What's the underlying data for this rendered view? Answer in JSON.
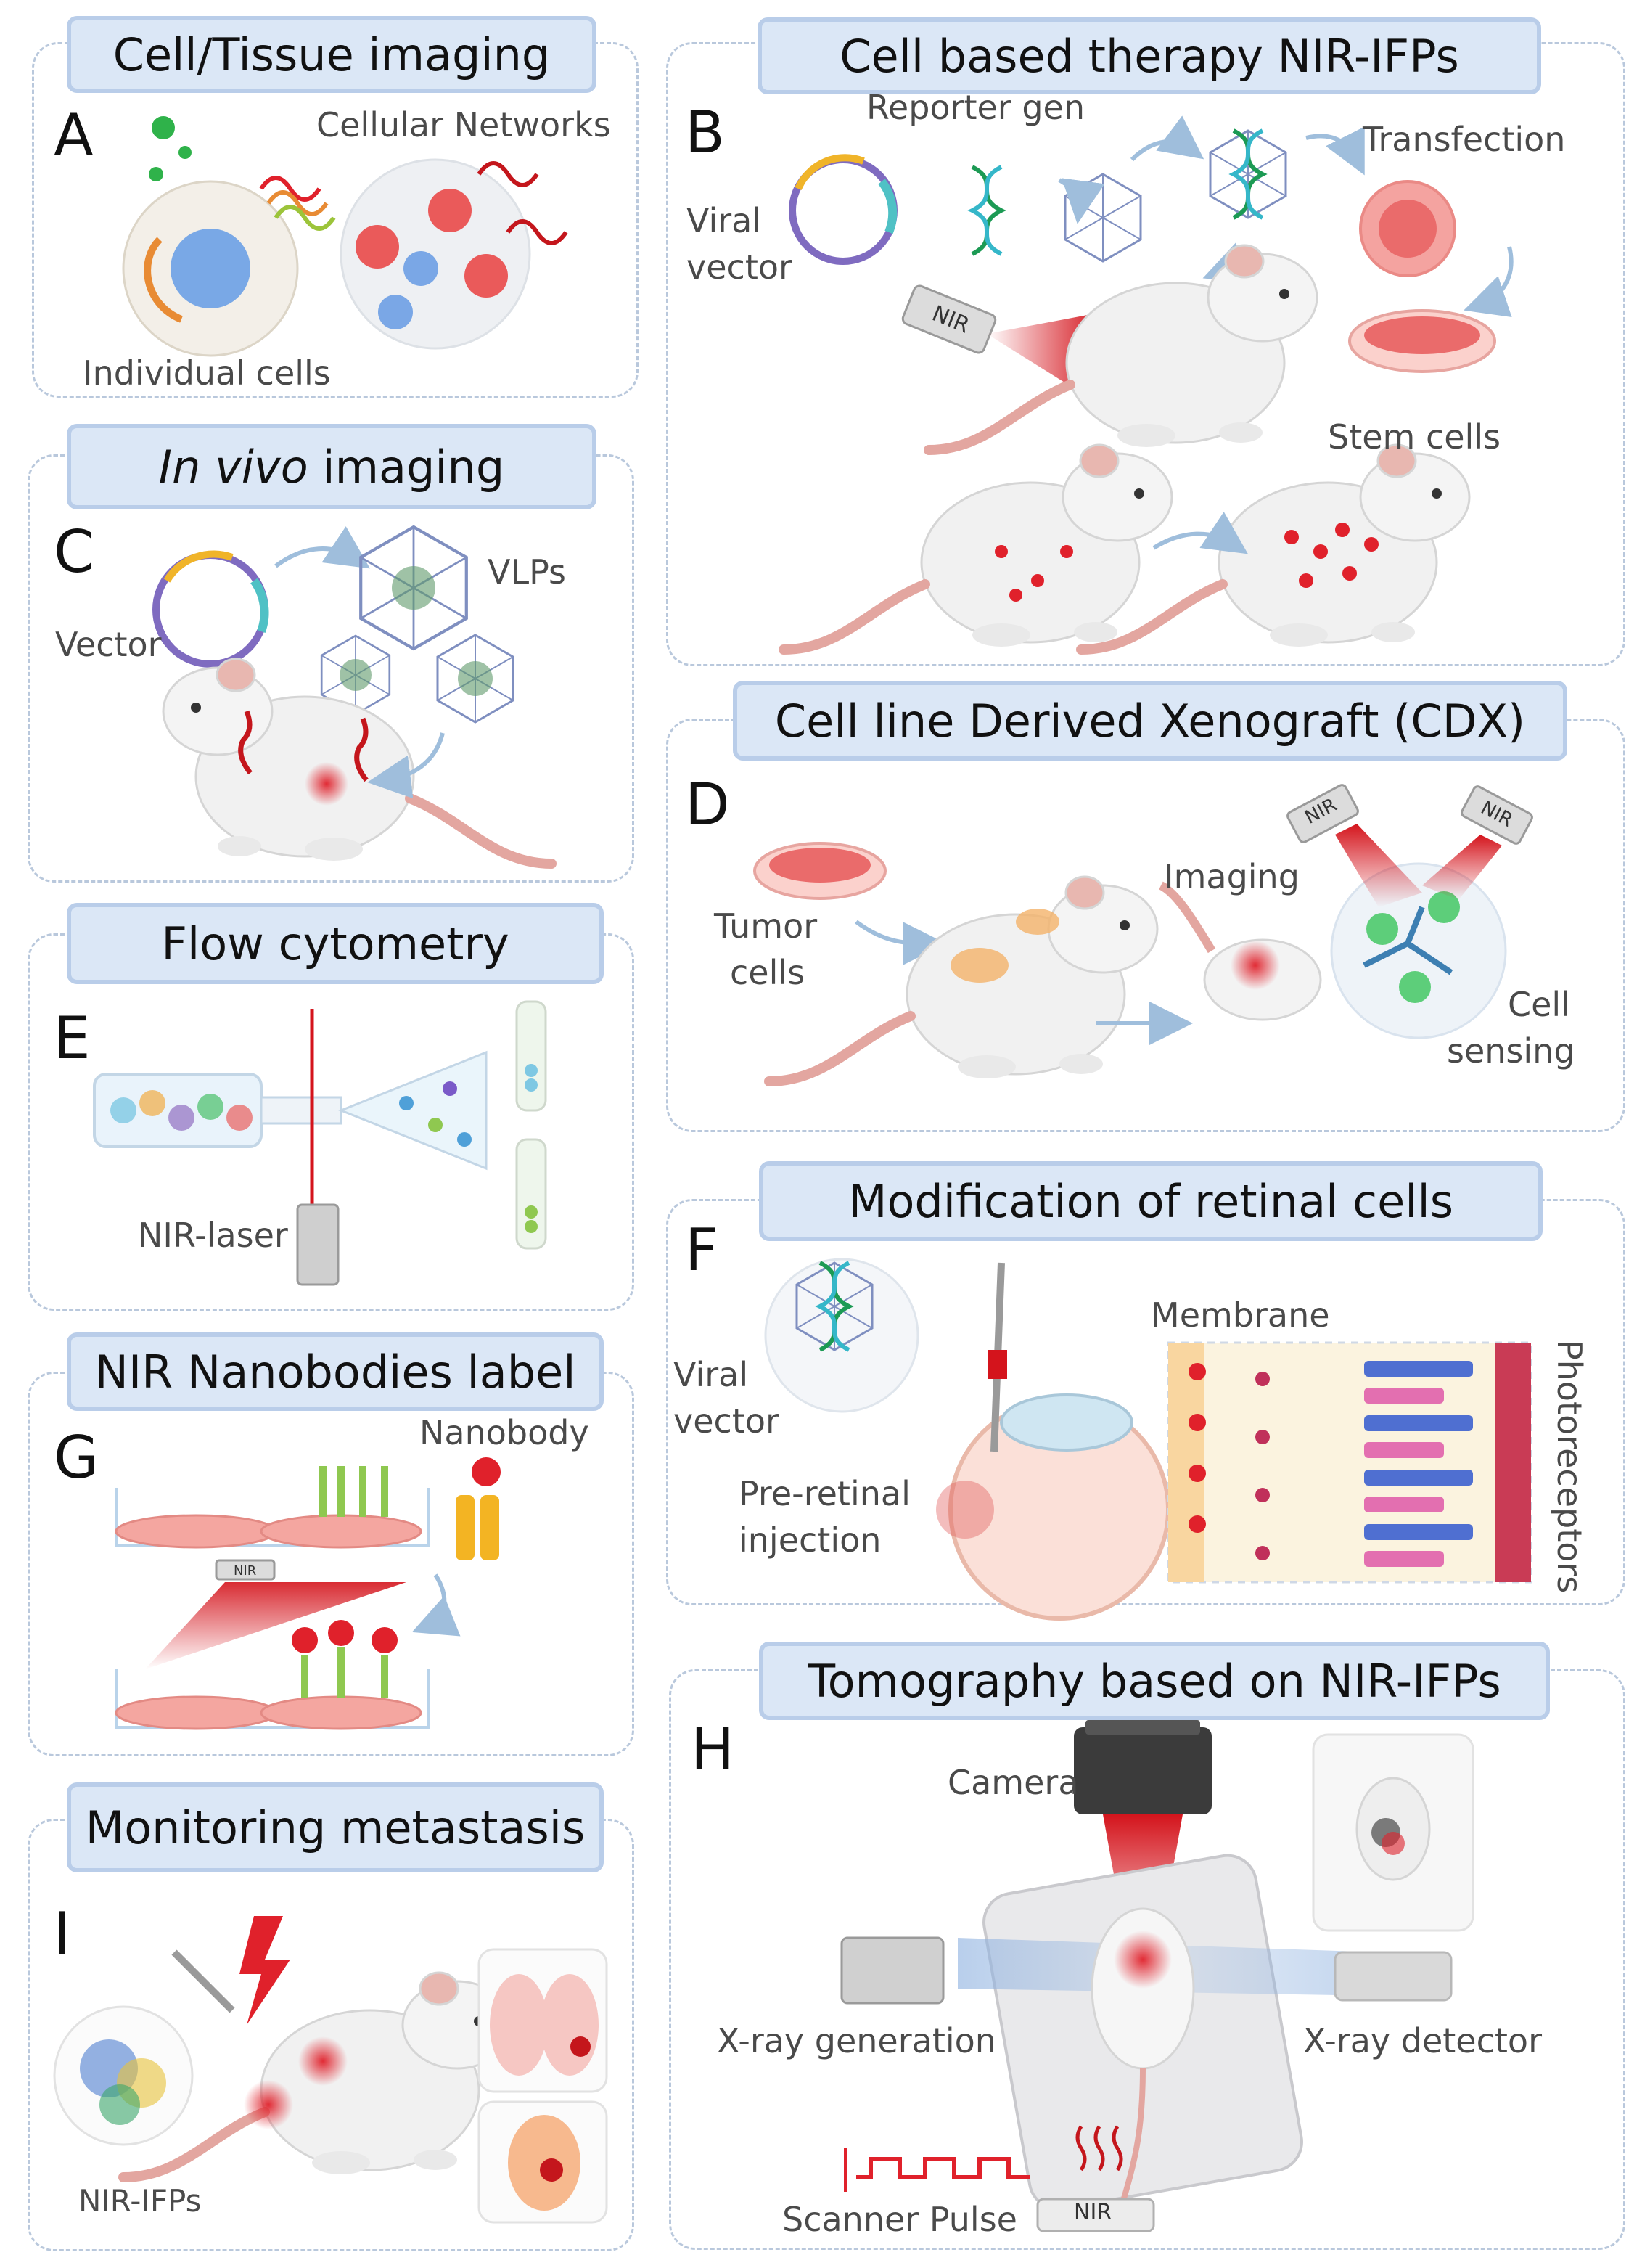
{
  "panels": {
    "A": {
      "letter": "A",
      "title": "Cell/Tissue imaging",
      "labels": {
        "networks": "Cellular Networks",
        "cells": "Individual cells"
      }
    },
    "B": {
      "letter": "B",
      "title": "Cell based therapy NIR-IFPs",
      "labels": {
        "reporter": "Reporter gen",
        "viral": "Viral",
        "vector": "vector",
        "transfection": "Transfection",
        "stem": "Stem cells",
        "nir": "NIR"
      }
    },
    "C": {
      "letter": "C",
      "title_italic": "In vivo",
      "title_rest": " imaging",
      "labels": {
        "vlps": "VLPs",
        "vector": "Vector"
      }
    },
    "D": {
      "letter": "D",
      "title": "Cell line Derived Xenograft (CDX)",
      "labels": {
        "tumor": "Tumor",
        "cells": "cells",
        "imaging": "Imaging",
        "cell": "Cell",
        "sensing": "sensing",
        "nir1": "NIR",
        "nir2": "NIR"
      }
    },
    "E": {
      "letter": "E",
      "title": "Flow cytometry",
      "labels": {
        "laser": "NIR-laser"
      }
    },
    "F": {
      "letter": "F",
      "title": "Modification of retinal cells",
      "labels": {
        "viral": "Viral",
        "vector": "vector",
        "membrane": "Membrane",
        "pre": "Pre-retinal",
        "injection": "injection",
        "photo": "Photoreceptors"
      }
    },
    "G": {
      "letter": "G",
      "title": "NIR Nanobodies label",
      "labels": {
        "nanobody": "Nanobody",
        "nir": "NIR"
      }
    },
    "H": {
      "letter": "H",
      "title": "Tomography based on NIR-IFPs",
      "labels": {
        "camera": "Camera",
        "xgen": "X-ray generation",
        "xdet": "X-ray detector",
        "pulse": "Scanner Pulse",
        "nir": "NIR"
      }
    },
    "I": {
      "letter": "I",
      "title": "Monitoring metastasis",
      "labels": {
        "nir": "NIR-IFPs"
      }
    }
  },
  "colors": {
    "frame": "#b9c8dc",
    "title_fill": "#dbe7f6",
    "title_border": "#b9cde9",
    "nir_red": "#e0212b",
    "arrow": "#9fbedc"
  }
}
